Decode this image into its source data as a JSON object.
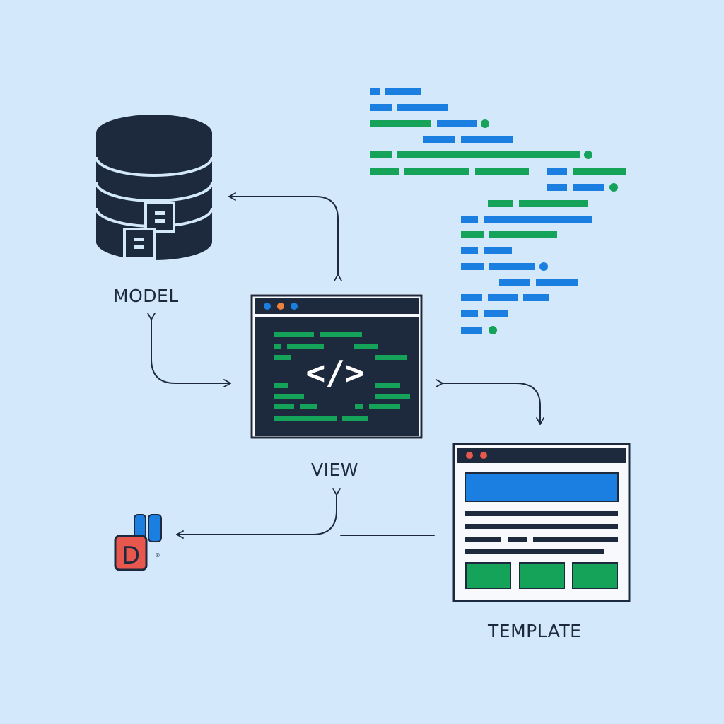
{
  "labels": {
    "model": "MODEL",
    "view": "VIEW",
    "template": "TEMPLATE",
    "code_symbol": "</>",
    "logo_mark": "D",
    "logo_reg": "®"
  },
  "colors": {
    "background": "#d3e8fa",
    "dark": "#1d2a3e",
    "blue": "#1a7fe0",
    "green": "#15a35a",
    "red": "#e8574e",
    "orange": "#f0803a",
    "paper": "#f7f9fc"
  },
  "icons": {
    "model": "database-icon",
    "view": "code-window-icon",
    "template": "webpage-layout-icon",
    "logo": "django-logo-icon",
    "code": "code-lines-icon"
  }
}
